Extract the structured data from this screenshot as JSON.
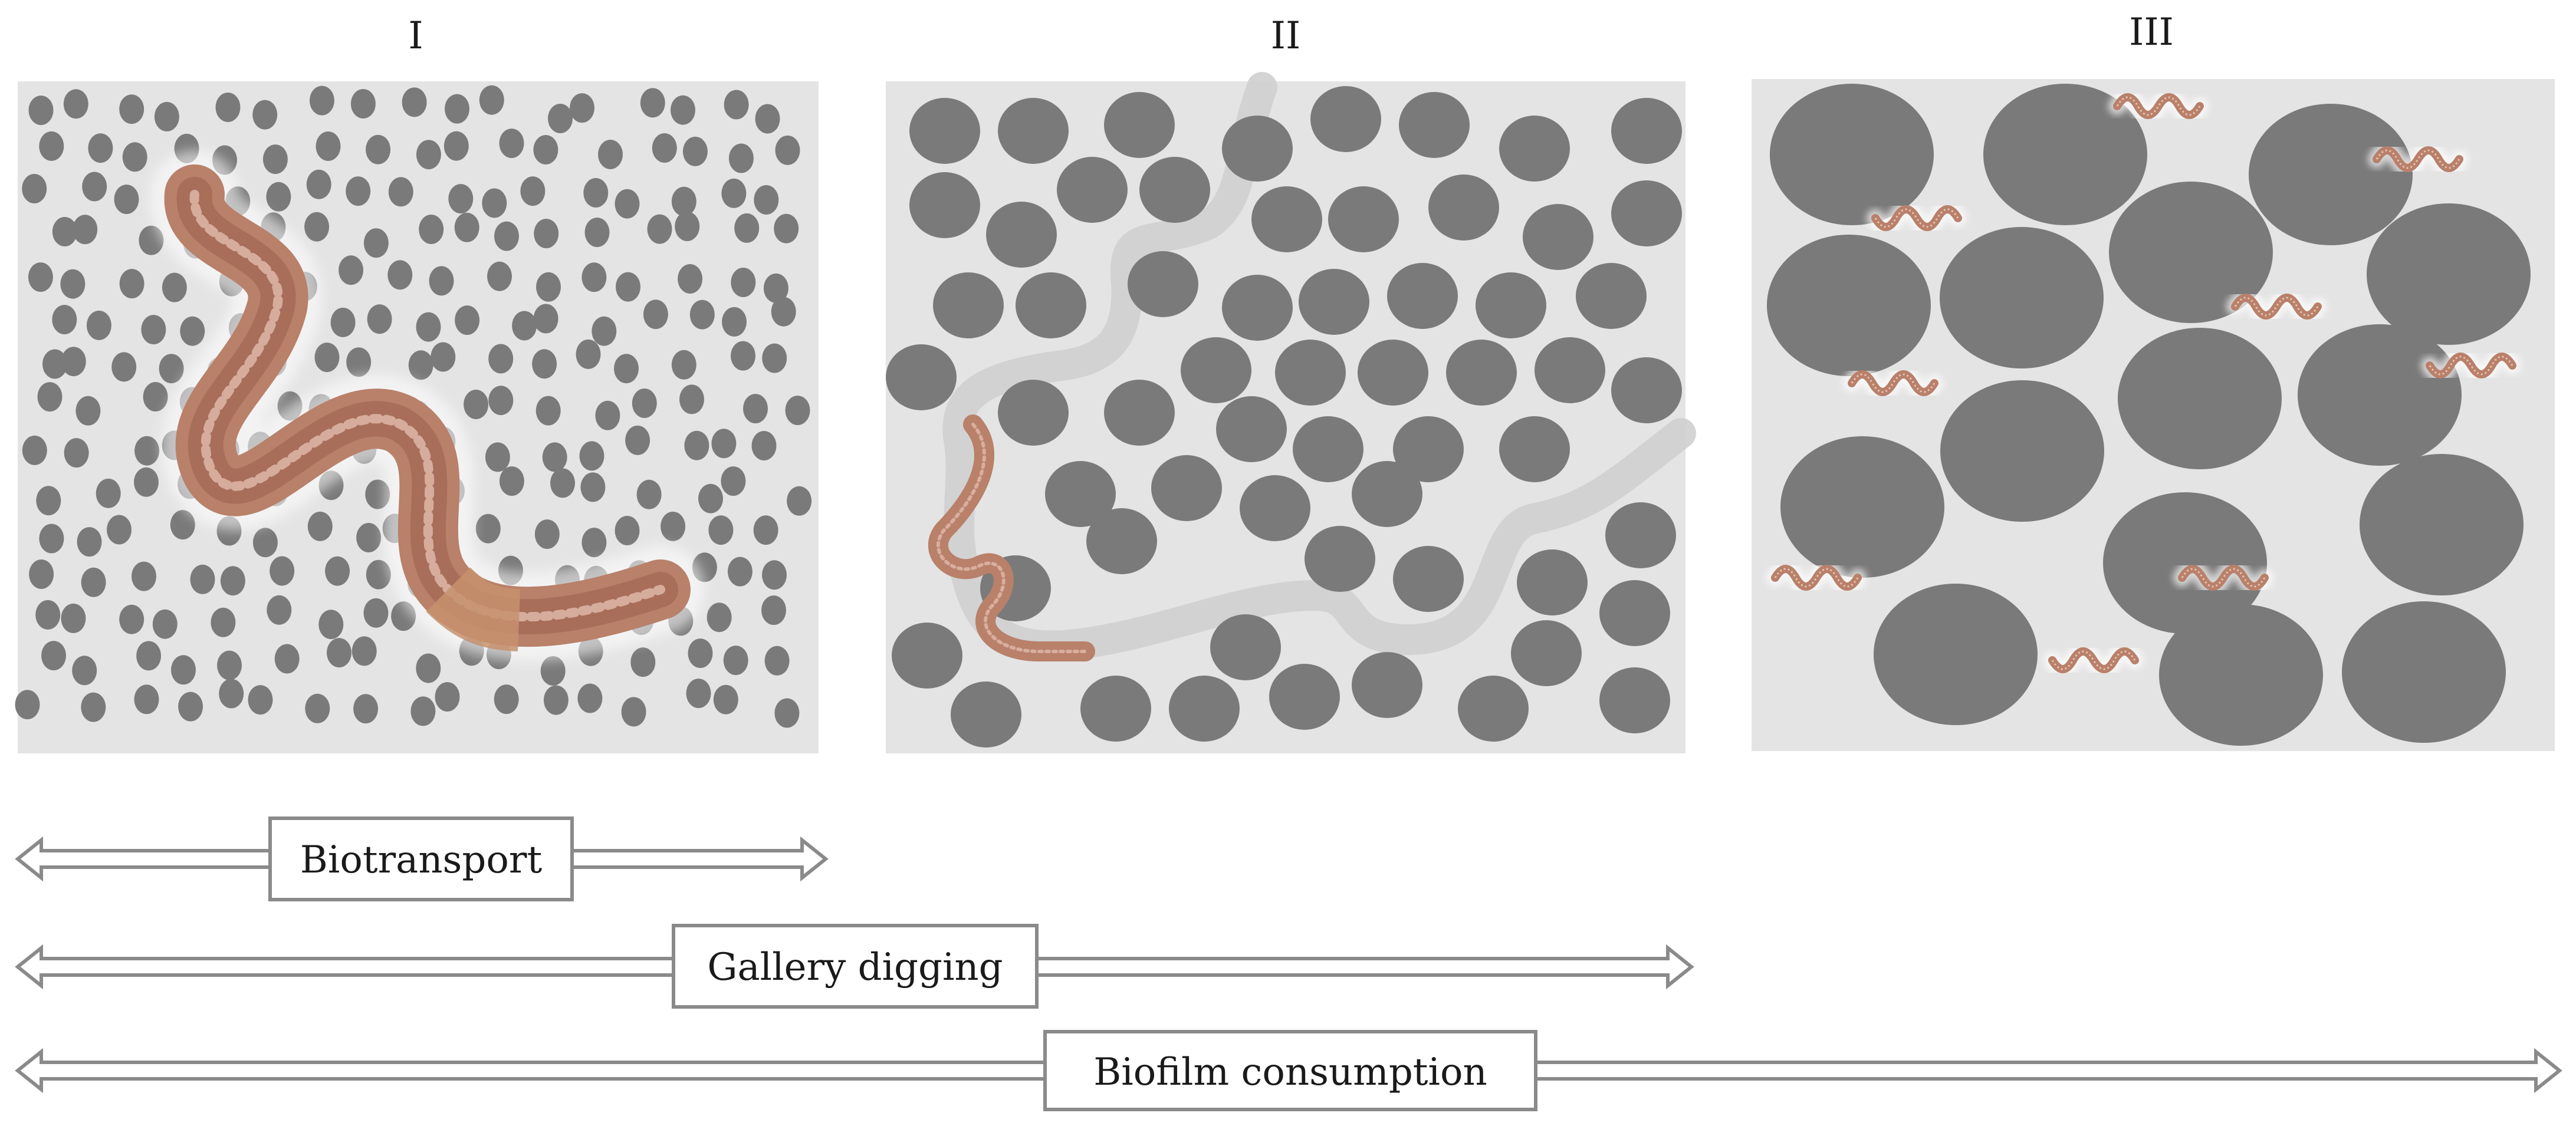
{
  "panels": [
    {
      "id": "I",
      "label": "I",
      "particle_size": "small",
      "worm": "large earthworm"
    },
    {
      "id": "II",
      "label": "II",
      "particle_size": "medium",
      "worm": "small worm in gallery"
    },
    {
      "id": "III",
      "label": "III",
      "particle_size": "large",
      "worm": "many tiny worms"
    }
  ],
  "arrows": [
    {
      "label": "Biotransport",
      "spans_panels": [
        "I"
      ]
    },
    {
      "label": "Gallery digging",
      "spans_panels": [
        "I",
        "II"
      ]
    },
    {
      "label": "Biofilm consumption",
      "spans_panels": [
        "I",
        "II",
        "III"
      ]
    }
  ],
  "colors": {
    "panel_background": "#e4e4e4",
    "particle": "#7a7a7a",
    "gallery": "#cfcfcf",
    "worm_body": "#b9806a",
    "worm_highlight": "#e6c2b3",
    "worm_clitellum": "#c7926e",
    "arrow_stroke": "#8a8a8a"
  }
}
